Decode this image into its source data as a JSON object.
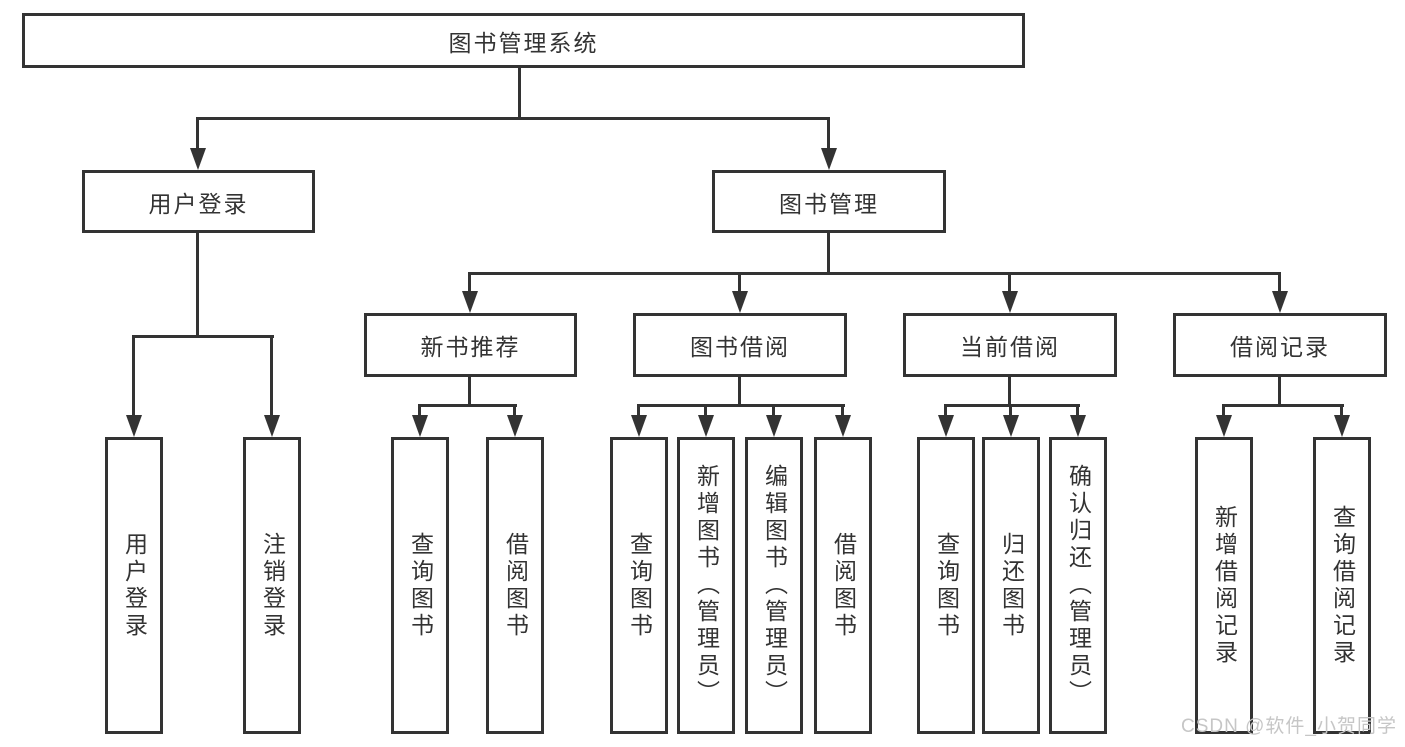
{
  "tree": {
    "root": "图书管理系统",
    "user_login": {
      "label": "用户登录",
      "children": [
        {
          "label": "用户登录"
        },
        {
          "label": "注销登录"
        }
      ]
    },
    "book_mgmt": {
      "label": "图书管理",
      "sections": [
        {
          "label": "新书推荐",
          "children": [
            {
              "label": "查询图书"
            },
            {
              "label": "借阅图书"
            }
          ]
        },
        {
          "label": "图书借阅",
          "children": [
            {
              "label": "查询图书"
            },
            {
              "label": "新增图书（管理员）"
            },
            {
              "label": "编辑图书（管理员）"
            },
            {
              "label": "借阅图书"
            }
          ]
        },
        {
          "label": "当前借阅",
          "children": [
            {
              "label": "查询图书"
            },
            {
              "label": "归还图书"
            },
            {
              "label": "确认归还（管理员）"
            }
          ]
        },
        {
          "label": "借阅记录",
          "children": [
            {
              "label": "新增借阅记录"
            },
            {
              "label": "查询借阅记录"
            }
          ]
        }
      ]
    }
  },
  "watermark": "CSDN @软件_小贺同学",
  "colors": {
    "line": "#333333",
    "box_border": "#333333",
    "text": "#333333",
    "watermark": "#c6c6c6",
    "background": "#ffffff"
  }
}
